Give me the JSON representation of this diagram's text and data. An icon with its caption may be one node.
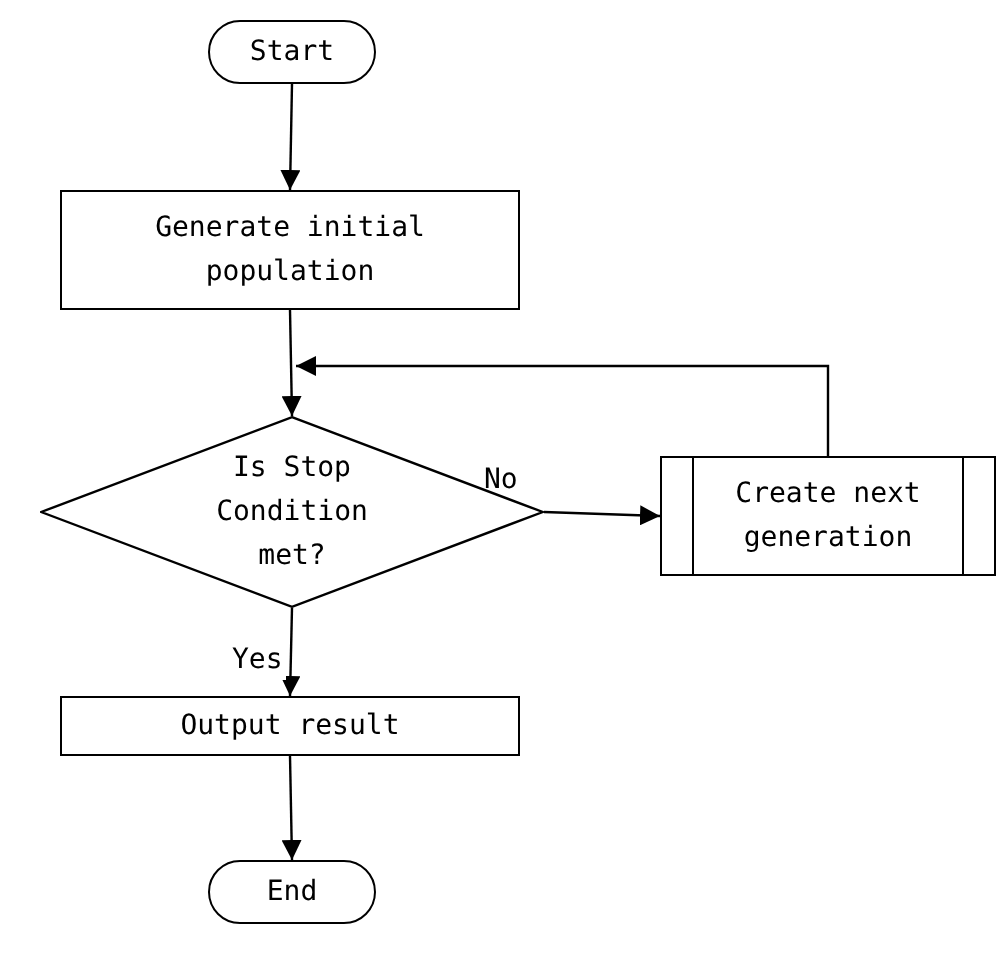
{
  "diagram": {
    "nodes": [
      {
        "text": [
          "Start"
        ]
      },
      {
        "text": [
          "Generate initial population"
        ]
      },
      {
        "text": [
          "Is Stop Condition met?"
        ]
      },
      {
        "text": [
          "Create next generation"
        ]
      },
      {
        "text": [
          "Output result"
        ]
      },
      {
        "text": [
          "End"
        ]
      }
    ],
    "edges": [
      {
        "from": 0,
        "to": 1,
        "arrow": "to"
      },
      {
        "from": 1,
        "to": 2,
        "arrow": "to"
      },
      {
        "from": 2,
        "to": 3,
        "arrow": "to",
        "label": "No"
      },
      {
        "from": 3,
        "to": 2,
        "arrow": "to"
      },
      {
        "from": 2,
        "to": 4,
        "arrow": "to",
        "label": "Yes"
      },
      {
        "from": 4,
        "to": 5,
        "arrow": "to"
      }
    ]
  }
}
